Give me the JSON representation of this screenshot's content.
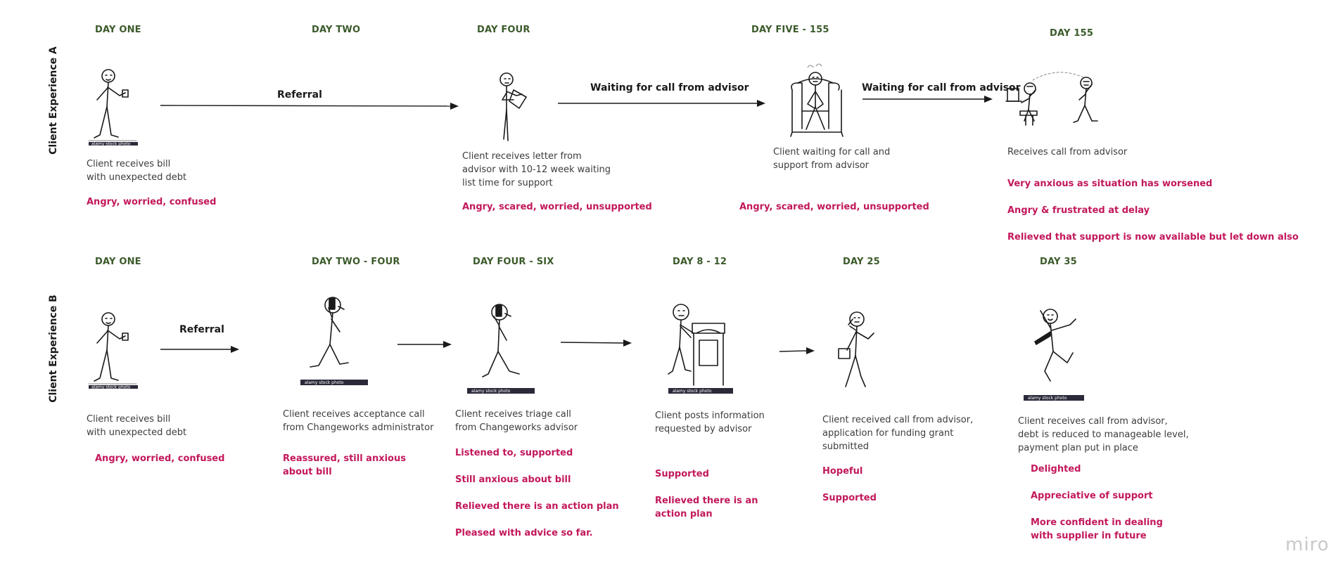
{
  "rows": {
    "a_label": "Client Experience A",
    "b_label": "Client Experience B"
  },
  "row_a": [
    {
      "day": "DAY ONE",
      "desc": "Client receives bill\nwith unexpected debt",
      "emotions": [
        "Angry, worried, confused"
      ]
    },
    {
      "day": "DAY TWO"
    },
    {
      "day": "DAY FOUR",
      "desc": "Client receives letter from\nadvisor with 10-12 week waiting\nlist time for support",
      "emotions": [
        "Angry, scared, worried, unsupported"
      ]
    },
    {
      "day": "DAY FIVE - 155",
      "desc": "Client waiting for call and\nsupport from advisor",
      "emotions": [
        "Angry, scared, worried, unsupported"
      ]
    },
    {
      "day": "DAY 155",
      "desc": "Receives call from advisor",
      "emotions": [
        "Very anxious as situation has worsened",
        "Angry & frustrated at delay",
        "Relieved that support is now available but let down also"
      ]
    }
  ],
  "row_a_arrows": [
    "Referral",
    "Waiting for call from advisor",
    "Waiting for call from advisor"
  ],
  "row_b": [
    {
      "day": "DAY ONE",
      "desc": "Client receives bill\nwith unexpected debt",
      "emotions": [
        "Angry, worried, confused"
      ]
    },
    {
      "day": "DAY TWO - FOUR",
      "desc": "Client receives acceptance call\nfrom Changeworks administrator",
      "emotions": [
        "Reassured, still anxious\n about bill"
      ]
    },
    {
      "day": "DAY FOUR - SIX",
      "desc": "Client receives triage call\nfrom Changeworks advisor",
      "emotions": [
        "Listened to, supported",
        "Still anxious about bill",
        "Relieved there is an action plan",
        "Pleased with advice so far."
      ]
    },
    {
      "day": "DAY 8 - 12",
      "desc": "Client posts information\nrequested by advisor",
      "emotions": [
        "Supported",
        "Relieved there is an\naction plan"
      ]
    },
    {
      "day": "DAY 25",
      "desc": "Client received call from advisor,\napplication for funding grant\nsubmitted",
      "emotions": [
        "Hopeful",
        "Supported"
      ]
    },
    {
      "day": "DAY 35",
      "desc": "Client receives call from advisor,\ndebt is reduced to manageable level,\npayment plan put in place",
      "emotions": [
        "Delighted",
        "Appreciative of support",
        "More confident in dealing\nwith supplier in future"
      ]
    }
  ],
  "row_b_arrows": [
    "Referral"
  ],
  "illustrations": [
    "stick-figure-reading-bill",
    "stick-figure-reading-letter",
    "stick-figure-in-armchair",
    "stick-figures-on-phone-call",
    "stick-figure-reading-bill",
    "stick-figure-on-phone",
    "stick-figure-on-phone",
    "stick-figure-at-postbox",
    "stick-figure-on-phone",
    "stick-figure-celebrating"
  ],
  "watermark_text": "alamy stock photo",
  "brand": "miro",
  "colors": {
    "day_header": "#3b5a2a",
    "emotion": "#c2185b",
    "description": "#3c3c3c",
    "text": "#1a1a1a"
  }
}
